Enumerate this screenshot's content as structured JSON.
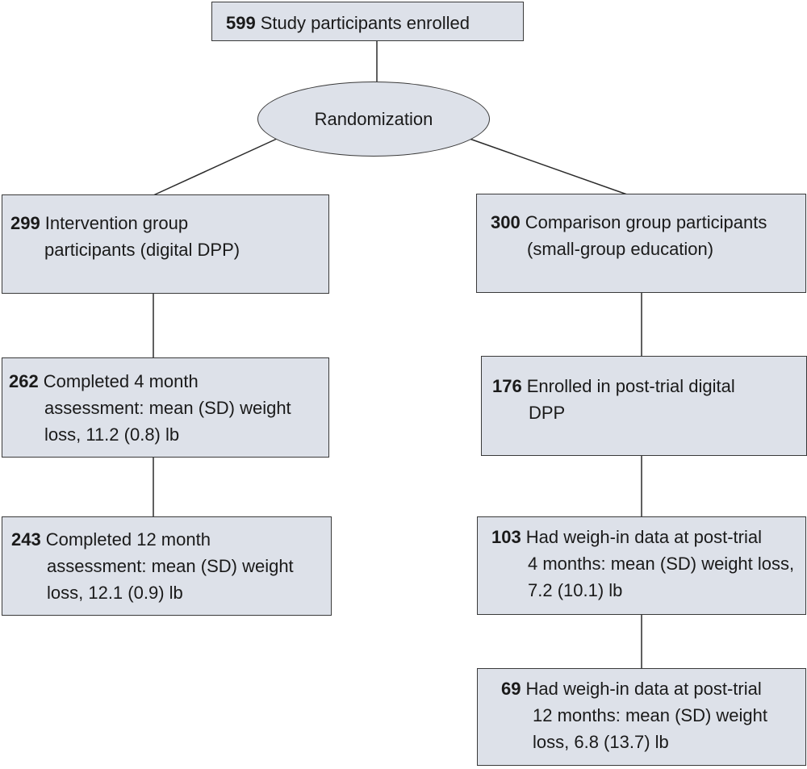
{
  "top": {
    "num": "599",
    "text": "Study participants enrolled"
  },
  "randomization": "Randomization",
  "intervention": {
    "num": "299",
    "line1": "Intervention group",
    "rest": "participants (digital DPP)"
  },
  "comparison": {
    "num": "300",
    "line1": "Comparison group participants",
    "rest": "(small-group education)"
  },
  "left_4mo": {
    "num": "262",
    "line1": "Completed 4 month",
    "rest": "assessment: mean (SD) weight loss, 11.2 (0.8) lb"
  },
  "left_12mo": {
    "num": "243",
    "line1": "Completed 12 month",
    "rest": "assessment: mean (SD) weight loss, 12.1 (0.9) lb"
  },
  "right_enrolled": {
    "num": "176",
    "line1": "Enrolled in post-trial digital",
    "rest": "DPP"
  },
  "right_4mo": {
    "num": "103",
    "line1": "Had weigh-in data at post-trial",
    "rest": "4 months: mean (SD) weight loss, 7.2 (10.1) lb"
  },
  "right_12mo": {
    "num": "69",
    "line1": "Had weigh-in data at post-trial",
    "rest": "12 months: mean (SD) weight loss, 6.8 (13.7) lb"
  }
}
